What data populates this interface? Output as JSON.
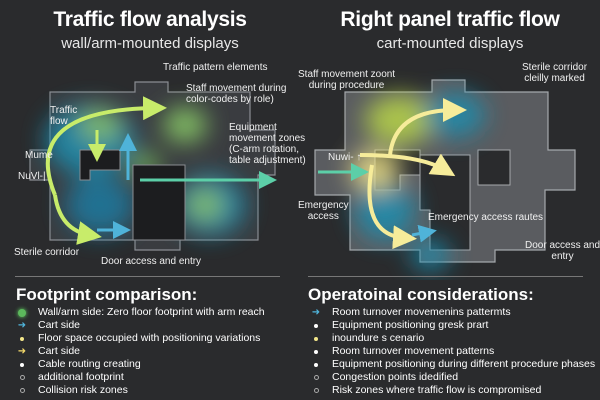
{
  "left": {
    "title": "Traffic flow analysis",
    "subtitle": "wall/arm-mounted displays",
    "labels": {
      "pattern": "Traffic pattern elements",
      "staff": "Staff movement during\ncolor-codes by role)",
      "traffic": "Traffic\nflow",
      "equip": "Equipment\nmovement zones\n(C-arm rotation,\ntable adjustment)",
      "mume": "Mume",
      "nuvi": "NuVl-|",
      "sterile": "Sterile corridor",
      "door": "Door access and entry"
    }
  },
  "right": {
    "title": "Right panel traffic flow",
    "subtitle": "cart-mounted displays",
    "labels": {
      "staff": "Staff movement zoont\nduring procedure",
      "sterile": "Sterile corridor\ncleilly marked",
      "nuwi": "Nuwi- ↑",
      "emergency": "Emergency\naccess",
      "routes": "Emergency access rautes",
      "door": "Door access and\nentry"
    }
  },
  "footprint": {
    "heading": "Footprint comparison:",
    "items": [
      {
        "marker": "green-glow",
        "text": "Wall/arm side: Zero floor footprint with arm reach"
      },
      {
        "marker": "blue-arrow",
        "text": "Cart side"
      },
      {
        "marker": "yellow-dot",
        "text": "Floor space occupied with positioning variations"
      },
      {
        "marker": "yellow-arrow",
        "text": "Cart side"
      },
      {
        "marker": "white-dot",
        "text": "Cable routing creating"
      },
      {
        "marker": "ring",
        "text": "additional footprint"
      },
      {
        "marker": "ring",
        "text": "Collision risk zones"
      }
    ]
  },
  "operational": {
    "heading": "Operatoinal considerations:",
    "items": [
      {
        "marker": "blue-arrow",
        "text": "Room turnover movemenins pattermts"
      },
      {
        "marker": "white-dot",
        "text": "Equipment positioning gresk prart"
      },
      {
        "marker": "yellow-dot",
        "text": "inoundure s cenario"
      },
      {
        "marker": "white-dot",
        "text": "Room turnover movement patterns"
      },
      {
        "marker": "white-dot",
        "text": "Equipment positioning during different procedure phases"
      },
      {
        "marker": "ring",
        "text": "Congestion points idedified"
      },
      {
        "marker": "ring",
        "text": "Risk zones where traffic flow is compromised"
      }
    ]
  },
  "colors": {
    "background": "#2a2b2d",
    "green": "#b8e05a",
    "blue": "#4fb3d9",
    "yellow": "#f3e68a",
    "teal": "#5ccfa8"
  }
}
